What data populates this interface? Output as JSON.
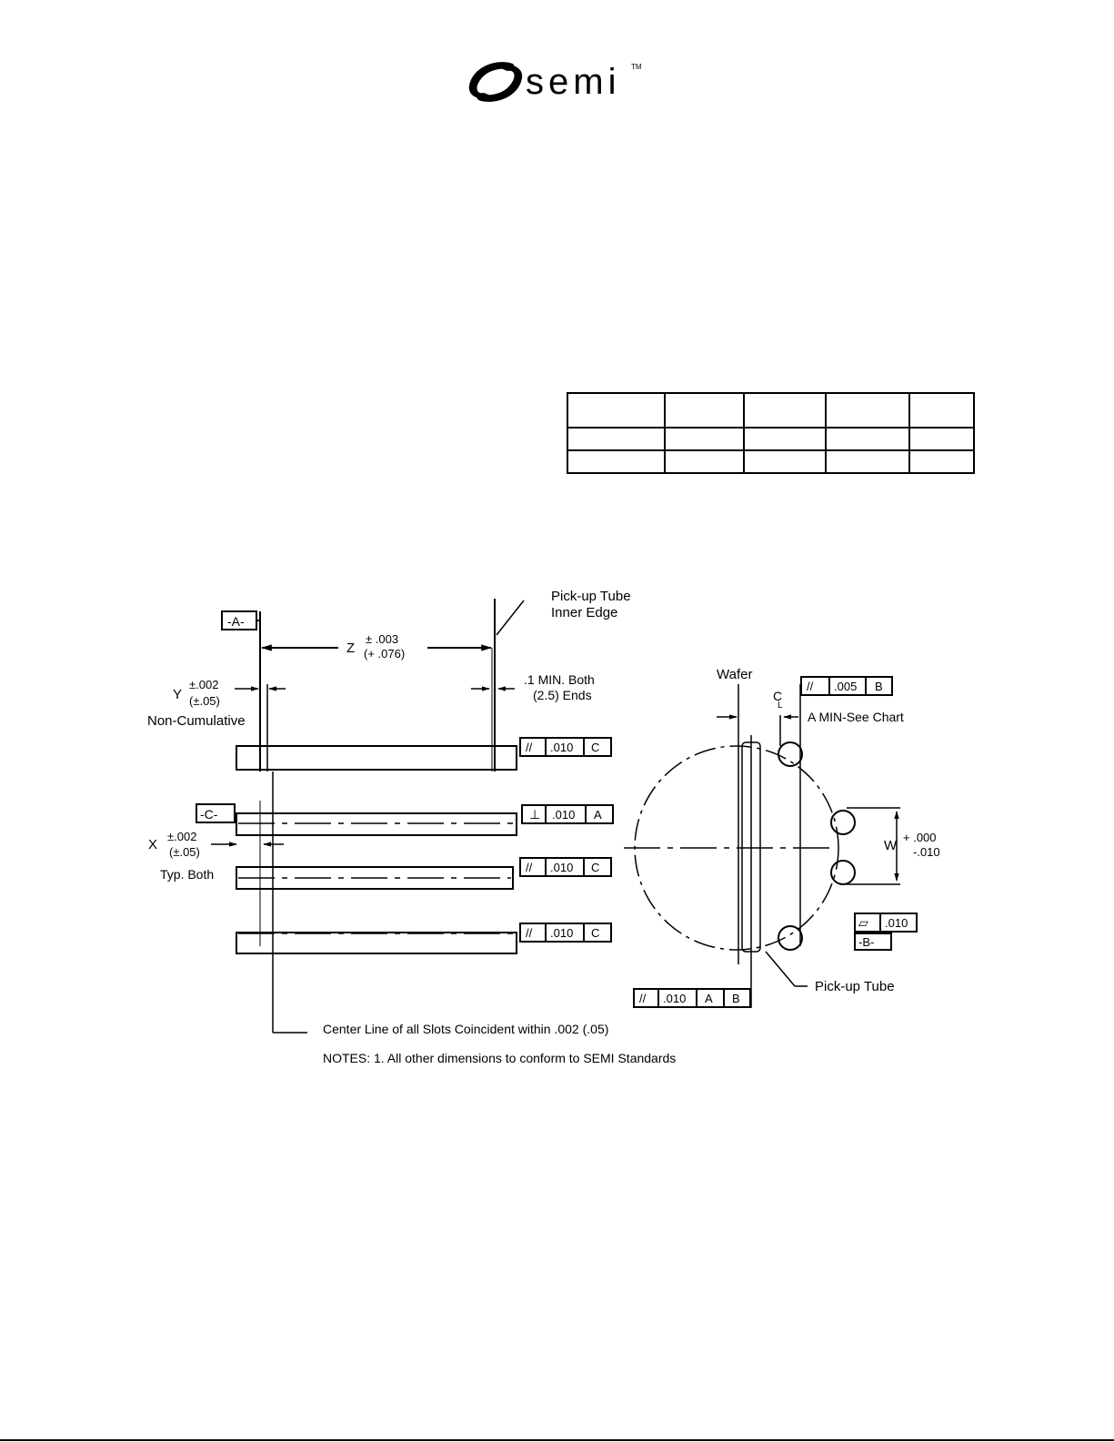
{
  "logo": {
    "text": "semi",
    "tm": "TM"
  },
  "table": {
    "columns": 5,
    "rows": [
      [
        "",
        "",
        "",
        "",
        ""
      ],
      [
        "",
        "",
        "",
        "",
        ""
      ],
      [
        "",
        "",
        "",
        "",
        ""
      ]
    ]
  },
  "drawing": {
    "datum_a": "-A-",
    "datum_b": "-B-",
    "datum_c": "-C-",
    "pickup_inner": [
      "Pick-up Tube",
      "Inner Edge"
    ],
    "z_label": "Z",
    "z_tol": "± .003",
    "z_metric": "(+ .076)",
    "y_label": "Y",
    "y_tol": "±.002",
    "y_metric": "(±.05)",
    "non_cumulative": "Non-Cumulative",
    "min_both": ".1 MIN. Both",
    "min_both_metric": "(2.5) Ends",
    "x_label": "X",
    "x_tol": "±.002",
    "x_metric": "(±.05)",
    "typ_both": "Typ. Both",
    "wafer": "Wafer",
    "cl": "C",
    "cl_sub": "L",
    "a_min": "A MIN-See Chart",
    "w_label": "W",
    "w_tol_plus": "+ .000",
    "w_tol_minus": "-.010",
    "pickup_tube": "Pick-up Tube",
    "center_line_note": "Center Line of all Slots Coincident within .002 (.05)",
    "notes": "NOTES:  1.  All other dimensions to conform to SEMI Standards",
    "fcf_parallel_c1": {
      "sym": "//",
      "tol": ".010",
      "datum": "C"
    },
    "fcf_perp_a": {
      "sym": "⊥",
      "tol": ".010",
      "datum": "A"
    },
    "fcf_parallel_c2": {
      "sym": "//",
      "tol": ".010",
      "datum": "C"
    },
    "fcf_parallel_c3": {
      "sym": "//",
      "tol": ".010",
      "datum": "C"
    },
    "fcf_parallel_b": {
      "sym": "//",
      "tol": ".005",
      "datum": "B"
    },
    "fcf_flat": {
      "sym": "▱",
      "tol": ".010"
    },
    "fcf_parallel_ab": {
      "sym": "//",
      "tol": ".010",
      "datum1": "A",
      "datum2": "B"
    }
  }
}
